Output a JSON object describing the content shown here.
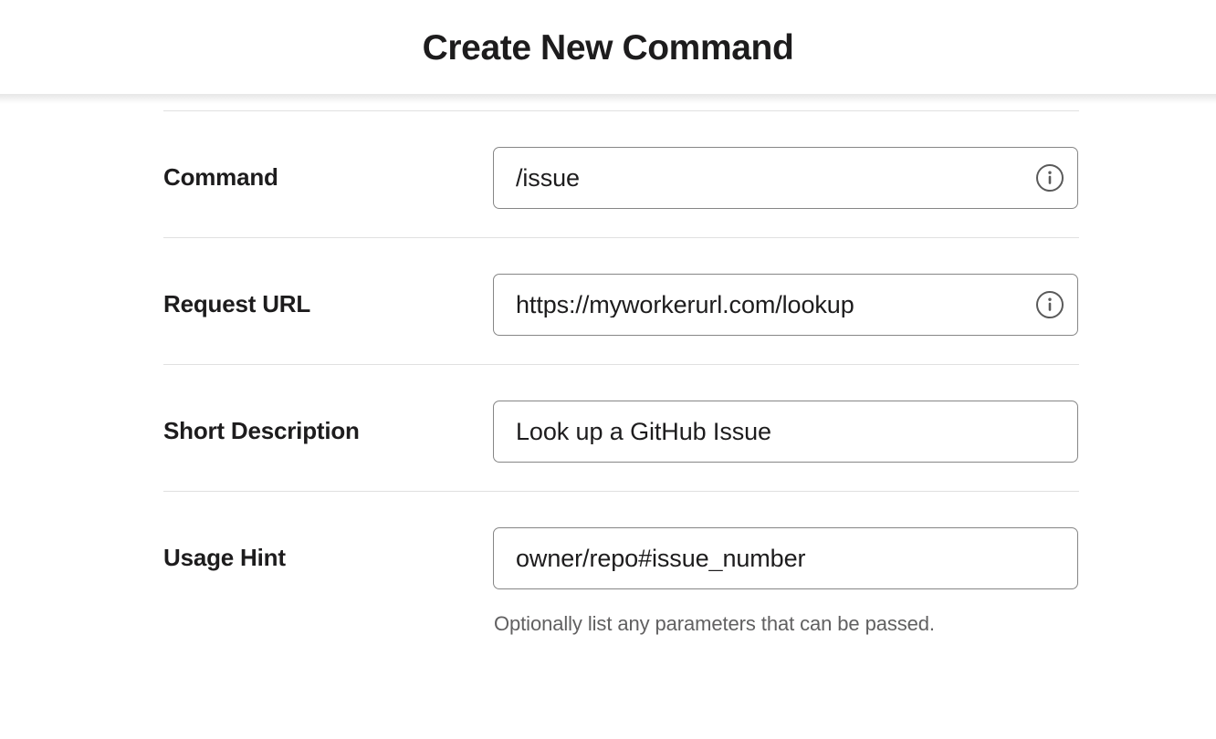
{
  "header": {
    "title": "Create New Command"
  },
  "form": {
    "fields": [
      {
        "label": "Command",
        "value": "/issue",
        "has_info_icon": true,
        "info_icon_name": "info-icon",
        "help_text": ""
      },
      {
        "label": "Request URL",
        "value": "https://myworkerurl.com/lookup",
        "has_info_icon": true,
        "info_icon_name": "info-icon",
        "help_text": ""
      },
      {
        "label": "Short Description",
        "value": "Look up a GitHub Issue",
        "has_info_icon": false,
        "info_icon_name": "",
        "help_text": ""
      },
      {
        "label": "Usage Hint",
        "value": "owner/repo#issue_number",
        "has_info_icon": false,
        "info_icon_name": "",
        "help_text": "Optionally list any parameters that can be passed."
      }
    ]
  },
  "colors": {
    "text_primary": "#1d1c1d",
    "text_muted": "#616061",
    "input_border": "#868686",
    "divider": "#e0e0e0",
    "icon_gray": "#5a5a5a",
    "background": "#ffffff"
  }
}
